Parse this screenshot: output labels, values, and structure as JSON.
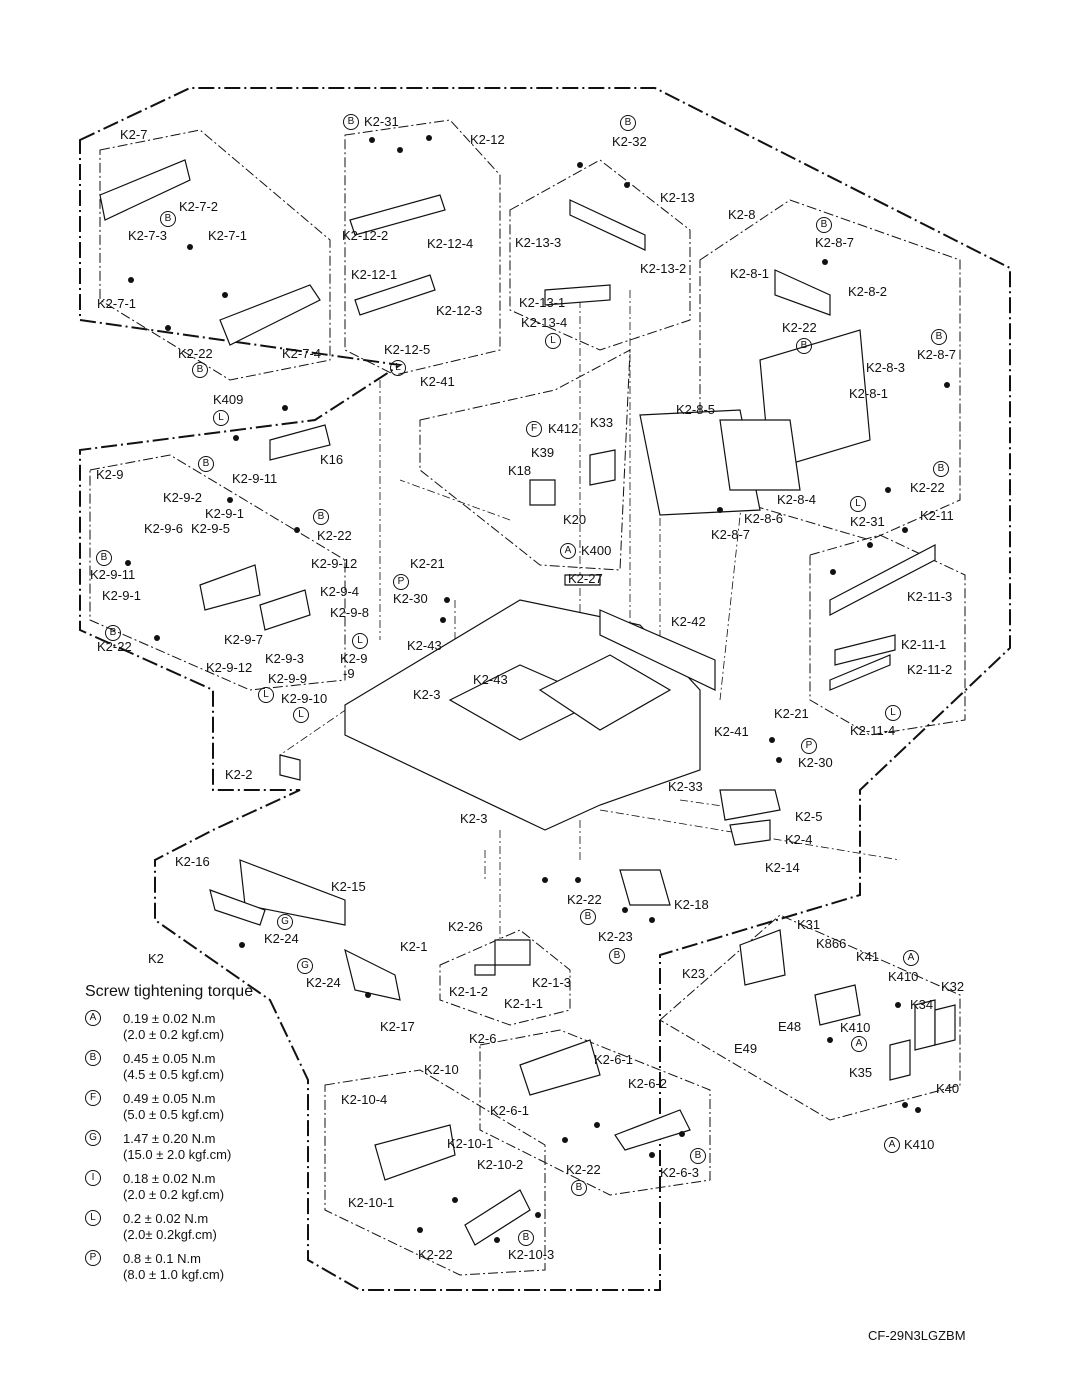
{
  "model": "CF-29N3LGZBM",
  "legend": {
    "title": "Screw tightening torque",
    "items": [
      {
        "mark": "A",
        "nm": "0.19 ± 0.02 N.m",
        "kgf": "(2.0 ± 0.2 kgf.cm)"
      },
      {
        "mark": "B",
        "nm": "0.45 ± 0.05 N.m",
        "kgf": "(4.5 ± 0.5 kgf.cm)"
      },
      {
        "mark": "F",
        "nm": "0.49 ± 0.05 N.m",
        "kgf": "(5.0 ± 0.5 kgf.cm)"
      },
      {
        "mark": "G",
        "nm": "1.47 ± 0.20 N.m",
        "kgf": "(15.0 ± 2.0 kgf.cm)"
      },
      {
        "mark": "I",
        "nm": "0.18 ± 0.02 N.m",
        "kgf": "(2.0 ± 0.2 kgf.cm)"
      },
      {
        "mark": "L",
        "nm": "0.2 ± 0.02 N.m",
        "kgf": "(2.0± 0.2kgf.cm)"
      },
      {
        "mark": "P",
        "nm": "0.8 ± 0.1 N.m",
        "kgf": "(8.0 ± 1.0 kgf.cm)"
      }
    ]
  },
  "labels": [
    "K2-7",
    "K2-7-2",
    "K2-7-3",
    "K2-7-1",
    "K2-7-1",
    "K2-22",
    "K2-7-4",
    "K2-31",
    "K2-12",
    "K2-12-2",
    "K2-12-4",
    "K2-12-1",
    "K2-12-3",
    "K2-12-5",
    "K2-32",
    "K2-13",
    "K2-13-3",
    "K2-13-2",
    "K2-13-1",
    "K2-13-4",
    "K2-8",
    "K2-8-7",
    "K2-8-1",
    "K2-8-2",
    "K2-22",
    "K2-8-7",
    "K2-8-3",
    "K2-8-1",
    "K2-8-5",
    "K2-8-4",
    "K2-8-6",
    "K2-8-7",
    "K2-22",
    "K2-31",
    "K2-11",
    "K2-11-3",
    "K2-11-1",
    "K2-11-2",
    "K2-11-4",
    "K409",
    "K16",
    "K2-41",
    "K412",
    "K33",
    "K39",
    "K18",
    "K20",
    "K400",
    "K2-9",
    "K2-9-11",
    "K2-9-2",
    "K2-9-1",
    "K2-9-6",
    "K2-9-5",
    "K2-22",
    "K2-9-11",
    "K2-9-1",
    "K2-9-12",
    "K2-9-4",
    "K2-9-8",
    "K2-9-7",
    "K2-22",
    "K2-9-3",
    "K2-9",
    "-9",
    "K2-9-12",
    "K2-9-9",
    "K2-9-10",
    "K2-21",
    "K2-30",
    "K2-43",
    "K2-27",
    "K2-42",
    "K2-3",
    "K2-43",
    "K2-41",
    "K2-21",
    "K2-30",
    "K2-2",
    "K2-33",
    "K2-5",
    "K2-4",
    "K2-3",
    "K2-14",
    "K2-16",
    "K2-15",
    "K2-24",
    "K2",
    "K2-24",
    "K2-17",
    "K2-26",
    "K2-22",
    "K2-18",
    "K2-23",
    "K2-1",
    "K2-1-3",
    "K2-1-2",
    "K2-1-1",
    "K31",
    "K866",
    "K41",
    "K23",
    "K410",
    "K32",
    "E48",
    "K34",
    "K410",
    "E49",
    "K35",
    "K40",
    "K410",
    "K2-6",
    "K2-6-1",
    "K2-6-2",
    "K2-6-1",
    "K2-22",
    "K2-6-3",
    "K2-10",
    "K2-10-4",
    "K2-10-1",
    "K2-10-2",
    "K2-10-1",
    "K2-22",
    "K2-10-3"
  ],
  "marks": [
    "B",
    "B",
    "B",
    "L",
    "L",
    "B",
    "B",
    "B",
    "B",
    "B",
    "L",
    "L",
    "B",
    "F",
    "A",
    "B",
    "B",
    "L",
    "B",
    "L",
    "P",
    "L",
    "L",
    "P",
    "G",
    "G",
    "B",
    "B",
    "A",
    "A",
    "A",
    "B",
    "B",
    "B"
  ]
}
